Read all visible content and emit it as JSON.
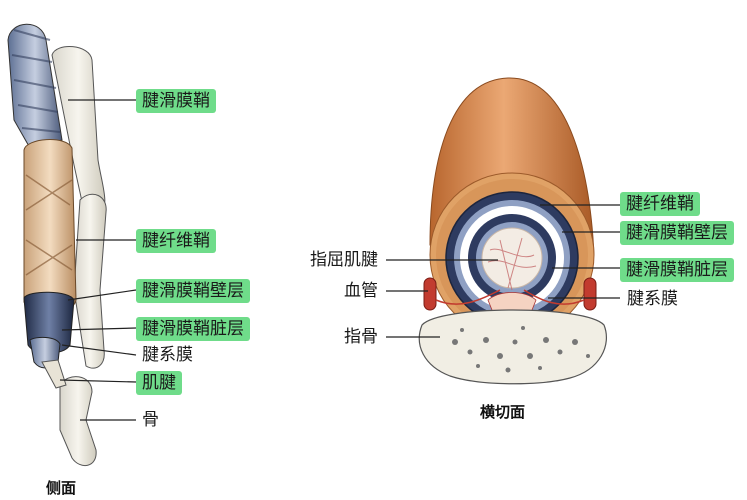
{
  "colors": {
    "highlight": "#6fdc8a",
    "tendon_fibrous": "#d9894e",
    "synovial_sheath": "#2f3f66",
    "bone": "#f1eee4",
    "leader": "#222222"
  },
  "side_view": {
    "caption": "侧面",
    "labels": [
      {
        "text": "腱滑膜鞘",
        "highlighted": true
      },
      {
        "text": "腱纤维鞘",
        "highlighted": true
      },
      {
        "text": "腱滑膜鞘壁层",
        "highlighted": true
      },
      {
        "text": "腱滑膜鞘脏层",
        "highlighted": true
      },
      {
        "text": "腱系膜",
        "highlighted": false
      },
      {
        "text": "肌腱",
        "highlighted": true
      },
      {
        "text": "骨",
        "highlighted": false
      }
    ]
  },
  "cross_section": {
    "caption": "横切面",
    "right_labels": [
      {
        "text": "腱纤维鞘",
        "highlighted": true
      },
      {
        "text": "腱滑膜鞘壁层",
        "highlighted": true
      },
      {
        "text": "腱滑膜鞘脏层",
        "highlighted": true
      },
      {
        "text": "腱系膜",
        "highlighted": false
      }
    ],
    "left_labels": [
      {
        "text": "指屈肌腱"
      },
      {
        "text": "血管"
      },
      {
        "text": "指骨"
      }
    ]
  }
}
